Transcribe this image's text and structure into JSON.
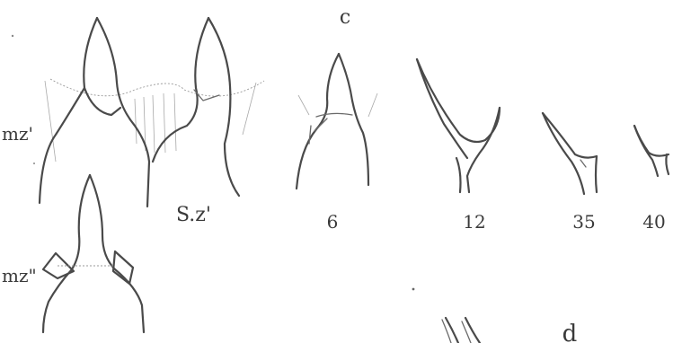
{
  "figure": {
    "panel_c_label": "c",
    "panel_d_label": "d",
    "label_mz1": "mz'",
    "label_mz2": "mz\"",
    "label_sz": "S.z'",
    "tooth_numbers": [
      "6",
      "12",
      "35",
      "40"
    ]
  }
}
